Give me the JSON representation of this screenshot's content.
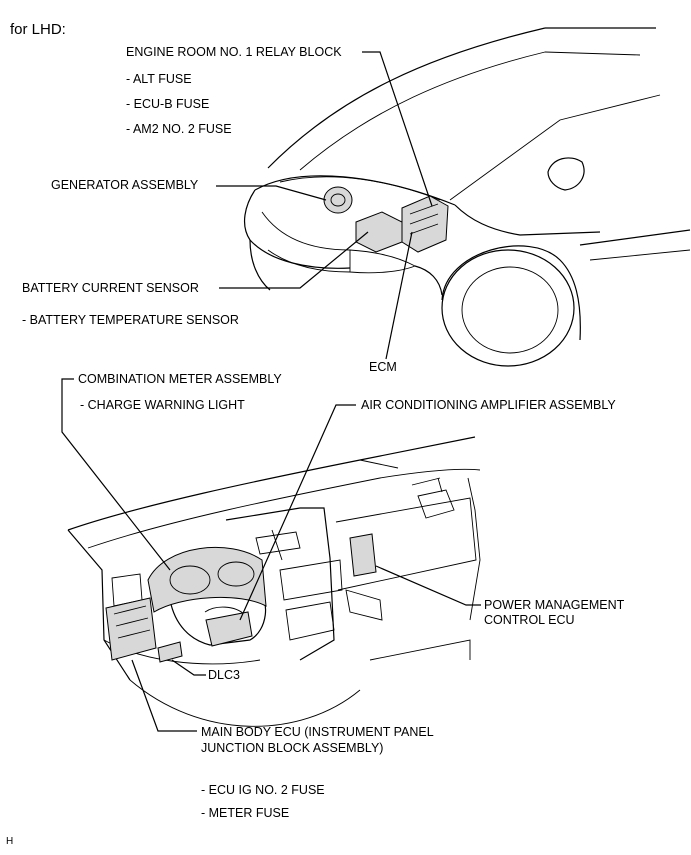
{
  "header": "for LHD:",
  "labels": {
    "relay_block": "ENGINE ROOM NO. 1 RELAY BLOCK",
    "alt_fuse": "- ALT FUSE",
    "ecub_fuse": "- ECU-B FUSE",
    "am2_fuse": "- AM2 NO. 2 FUSE",
    "generator": "GENERATOR ASSEMBLY",
    "battery_sensor": "BATTERY CURRENT SENSOR",
    "battery_temp": "- BATTERY TEMPERATURE SENSOR",
    "ecm": "ECM",
    "combination_meter": "COMBINATION METER ASSEMBLY",
    "charge_light": "- CHARGE WARNING LIGHT",
    "ac_amplifier": "AIR CONDITIONING AMPLIFIER ASSEMBLY",
    "power_mgmt_1": "POWER MANAGEMENT",
    "power_mgmt_2": "CONTROL ECU",
    "dlc3": "DLC3",
    "main_body_1": "MAIN BODY ECU (INSTRUMENT PANEL",
    "main_body_2": "JUNCTION BLOCK ASSEMBLY)",
    "ecuig_fuse": "- ECU IG NO. 2 FUSE",
    "meter_fuse": "- METER FUSE"
  },
  "footer_code": "H"
}
